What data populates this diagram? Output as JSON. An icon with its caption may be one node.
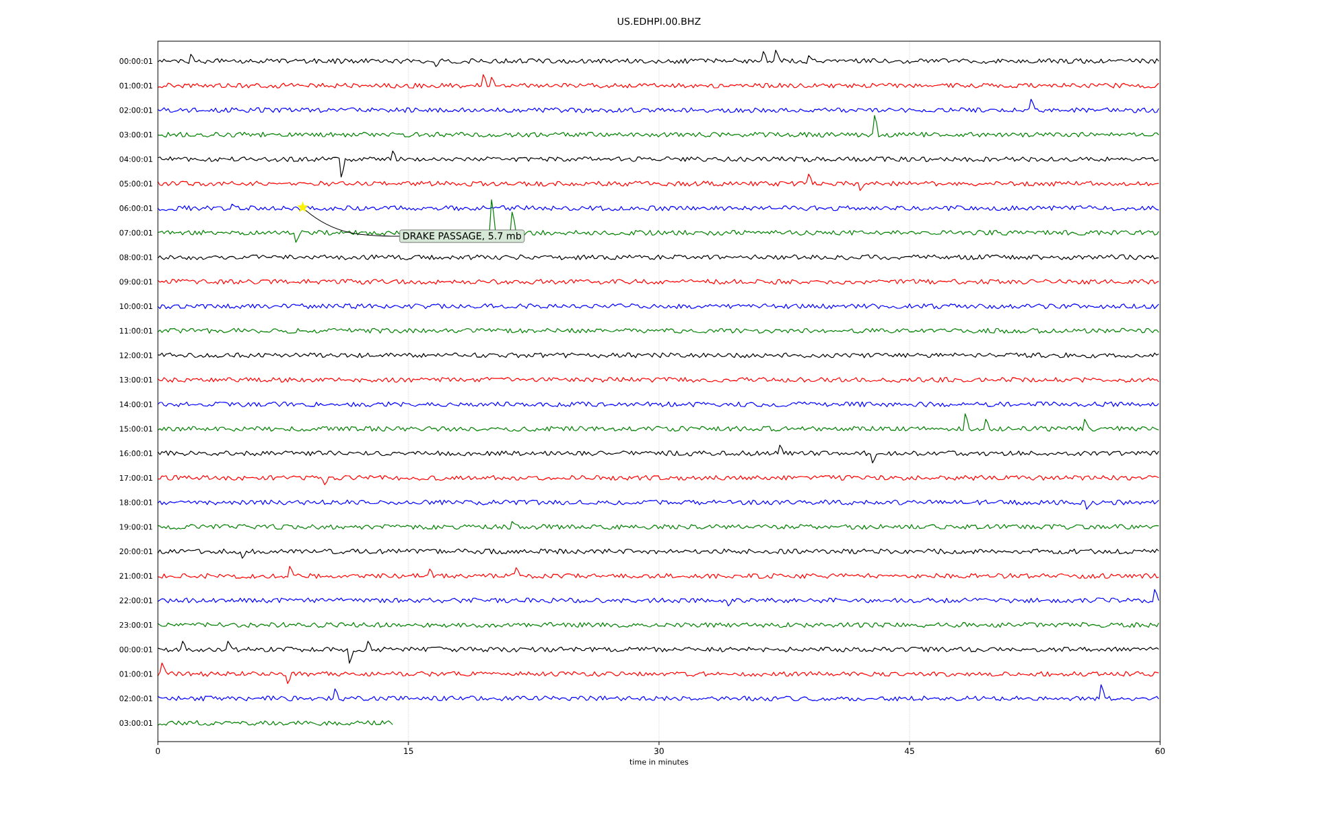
{
  "diagram": {
    "title": "US.EDHPI.00.BHZ",
    "nodes": [
      {
        "text": [],
        "shape": "star"
      },
      {
        "text": [
          "DRAKE PASSAGE, 5.7 mb"
        ]
      }
    ],
    "edges": [
      {
        "from": 0,
        "to": 1,
        "arrow": "none"
      }
    ],
    "labels": [
      "00:00:01",
      "01:00:01",
      "02:00:01",
      "03:00:01",
      "04:00:01",
      "05:00:01",
      "06:00:01",
      "07:00:01",
      "08:00:01",
      "09:00:01",
      "10:00:01",
      "11:00:01",
      "12:00:01",
      "13:00:01",
      "14:00:01",
      "15:00:01",
      "16:00:01",
      "17:00:01",
      "18:00:01",
      "19:00:01",
      "20:00:01",
      "21:00:01",
      "22:00:01",
      "23:00:01",
      "00:00:01",
      "01:00:01",
      "02:00:01",
      "03:00:01",
      "0",
      "15",
      "30",
      "45",
      "60",
      "time in minutes"
    ]
  }
}
